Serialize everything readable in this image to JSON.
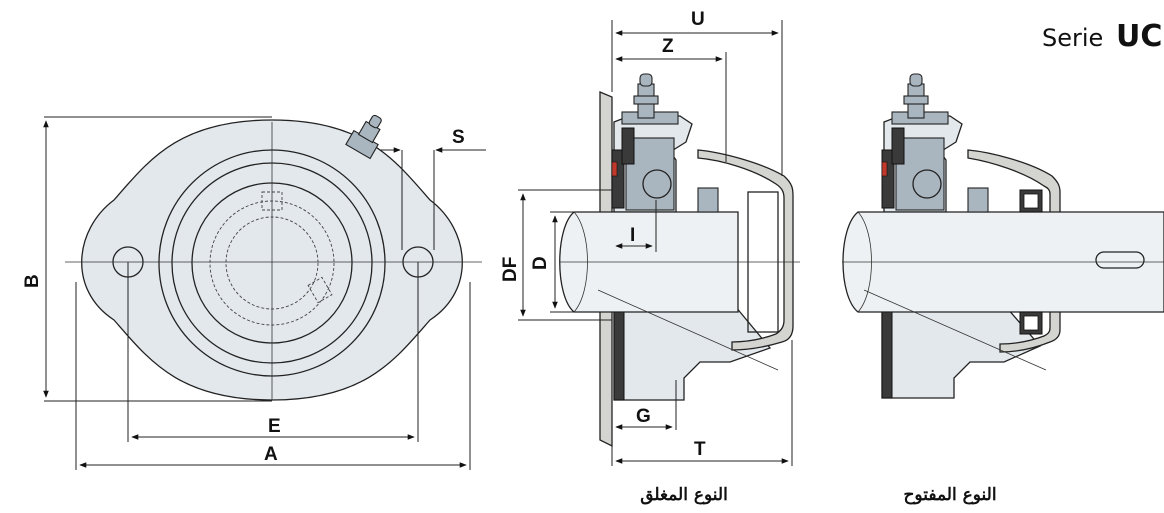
{
  "series": {
    "prefix": "Serie",
    "code": "UC"
  },
  "front_view": {
    "dimensions": {
      "A": "A",
      "B": "B",
      "E": "E",
      "S": "S"
    }
  },
  "closed_type": {
    "caption": "النوع المغلق",
    "dimensions": {
      "U": "U",
      "Z": "Z",
      "DF": "DF",
      "D": "D",
      "I": "I",
      "G": "G",
      "T": "T"
    }
  },
  "open_type": {
    "caption": "النوع المفتوح"
  },
  "colors": {
    "housing": "#e3e8ec",
    "bearing_steel": "#a9b5bf",
    "seal_dark": "#3a3a3a",
    "seal_red": "#c0392b",
    "cover": "#d4d4d0"
  }
}
